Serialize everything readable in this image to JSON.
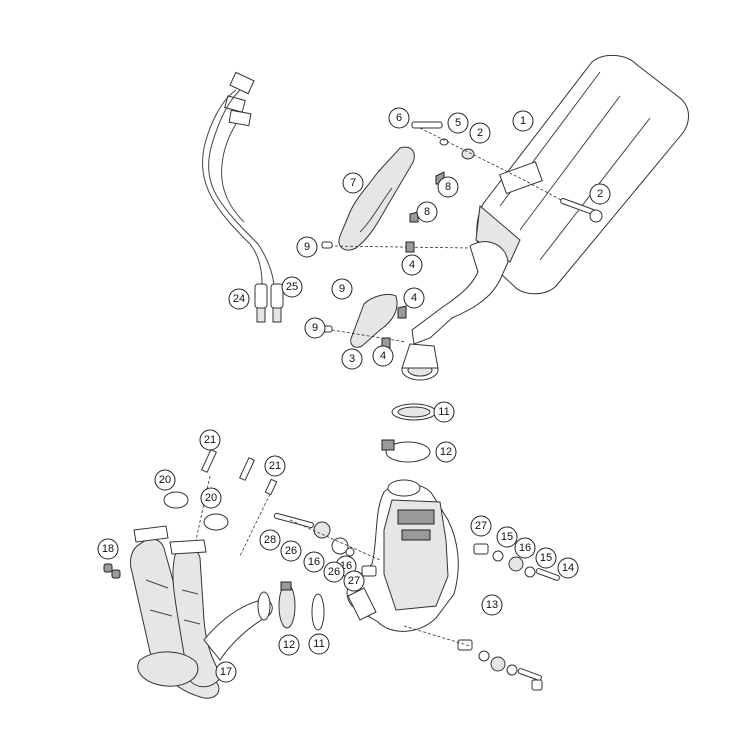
{
  "callouts": [
    "1",
    "2",
    "2",
    "3",
    "4",
    "4",
    "4",
    "5",
    "6",
    "7",
    "8",
    "8",
    "9",
    "9",
    "9",
    "11",
    "11",
    "12",
    "12",
    "13",
    "14",
    "15",
    "15",
    "16",
    "16",
    "16",
    "17",
    "18",
    "20",
    "20",
    "21",
    "21",
    "24",
    "25",
    "26",
    "26",
    "27",
    "27",
    "28"
  ]
}
